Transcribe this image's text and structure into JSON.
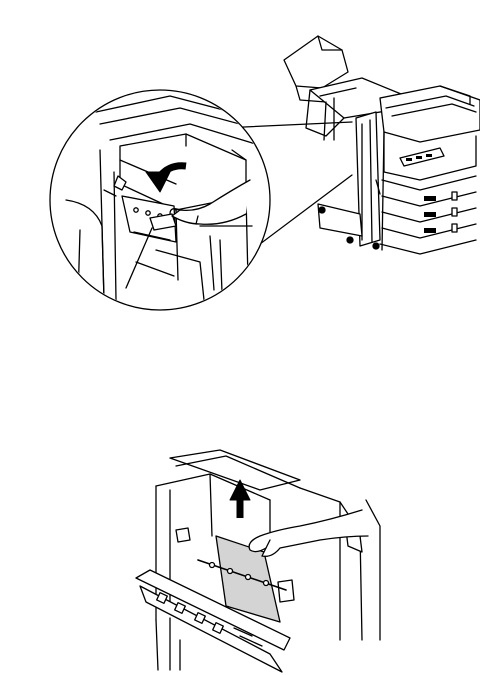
{
  "illustrations": [
    {
      "id": "open-duplex-cover",
      "icon": "curved-down-arrow-icon",
      "shows": [
        "printer-with-finisher",
        "magnifier-circle",
        "hand"
      ]
    },
    {
      "id": "remove-jammed-paper",
      "icon": "up-arrow-icon",
      "shows": [
        "open-side-cover",
        "jammed-paper-sheet",
        "hand"
      ]
    }
  ],
  "colors": {
    "line": "#000000",
    "paper_fill": "#d4d4d4",
    "background": "#ffffff"
  }
}
